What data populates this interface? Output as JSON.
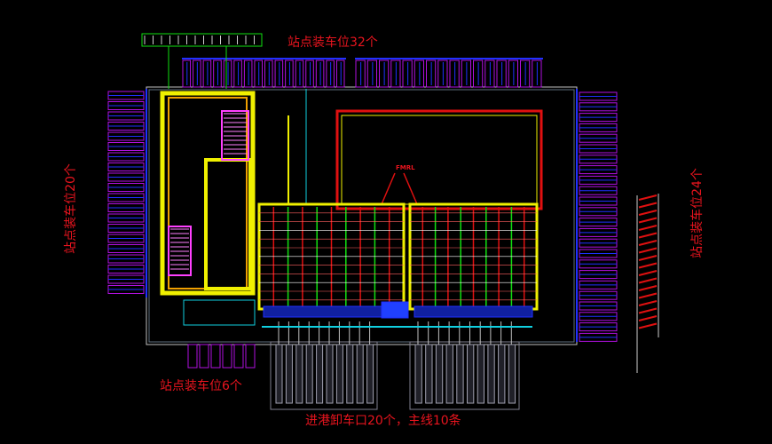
{
  "labels": {
    "top": "站点装车位32个",
    "left": "站点装车位20个",
    "right": "站点装车位24个",
    "bottom_left": "站点装车位6个",
    "bottom": "进港卸车口20个，主线10条",
    "center_tag": "FMRL"
  },
  "counts": {
    "top_slots": 32,
    "left_slots": 20,
    "right_slots": 24,
    "bottom_slots": 6,
    "unload_docks": 20
  },
  "colors": {
    "label": "#e8141e",
    "slot": "#b010e0",
    "slot_edge": "#2030ff",
    "sorter": "#f0f000",
    "loop": "#e01010",
    "grid_green": "#10e010",
    "dock": "#808090",
    "outline": "#c0c0c0",
    "cyan": "#10d0e0"
  }
}
